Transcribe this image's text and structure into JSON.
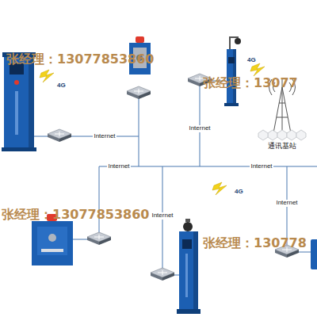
{
  "diagram": {
    "labels": [
      "张经理：13077853860",
      "4G",
      "4G",
      "张经理：13077",
      "Internet",
      "Internet",
      "通讯基站",
      "Internet",
      "Internet",
      "4G",
      "Internet",
      "张经理：13077853860",
      "Internet",
      "张经理：130778"
    ]
  }
}
